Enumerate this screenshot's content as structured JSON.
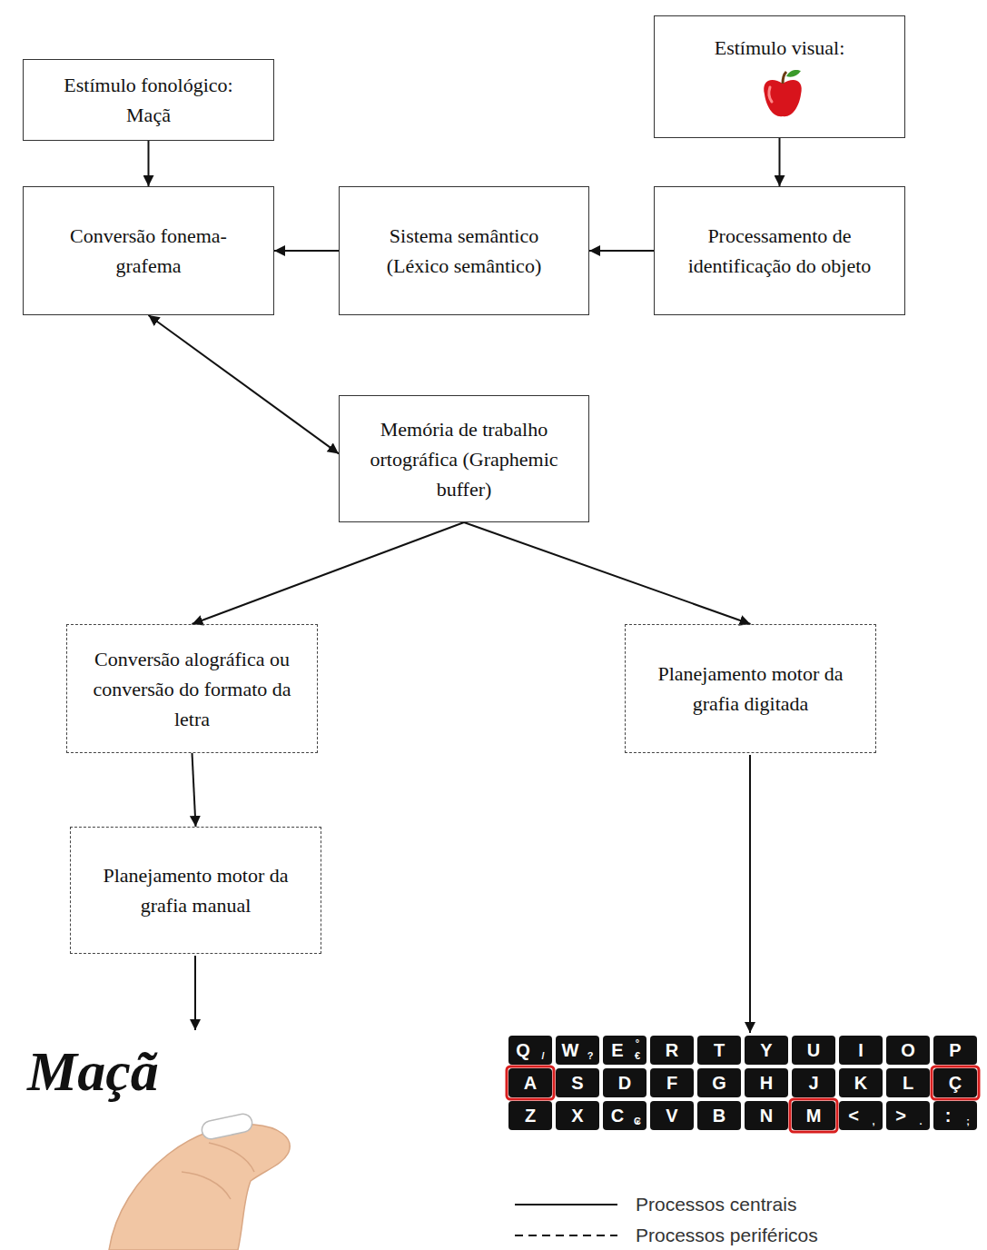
{
  "diagram": {
    "nodes": [
      {
        "text": [
          "Estímulo fonológico: Maçã"
        ]
      },
      {
        "text": [
          "Estímulo visual:"
        ]
      },
      {
        "text": [
          "Conversão fonema-grafema"
        ]
      },
      {
        "text": [
          "Sistema semântico (Léxico semântico)"
        ]
      },
      {
        "text": [
          "Processamento de identificação do objeto"
        ]
      },
      {
        "text": [
          "Memória de trabalho ortográfica (Graphemic buffer)"
        ]
      },
      {
        "text": [
          "Conversão alográfica ou conversão do formato da letra"
        ]
      },
      {
        "text": [
          "Planejamento motor da grafia digitada"
        ]
      },
      {
        "text": [
          "Planejamento motor da grafia manual"
        ]
      }
    ],
    "edges": [
      {
        "from": 0,
        "to": 2,
        "arrow": "to"
      },
      {
        "from": 1,
        "to": 4,
        "arrow": "to"
      },
      {
        "from": 4,
        "to": 3,
        "arrow": "to"
      },
      {
        "from": 3,
        "to": 2,
        "arrow": "to"
      },
      {
        "from": 2,
        "to": 5,
        "arrow": "both"
      },
      {
        "from": 5,
        "to": 6,
        "arrow": "to"
      },
      {
        "from": 5,
        "to": 7,
        "arrow": "to"
      },
      {
        "from": 6,
        "to": 8,
        "arrow": "to"
      }
    ],
    "labels": [
      "Maçã",
      "Q",
      "/",
      "W",
      "?",
      "E",
      "°",
      "€",
      "R",
      "T",
      "Y",
      "U",
      "I",
      "O",
      "P",
      "A",
      "S",
      "D",
      "F",
      "G",
      "H",
      "J",
      "K",
      "L",
      "Ç",
      "Z",
      "X",
      "C",
      "₢",
      "V",
      "B",
      "N",
      "M",
      "<",
      ",",
      ">",
      ".",
      ":",
      ";"
    ],
    "legend": [
      {
        "text": "Processos centrais"
      },
      {
        "text": "Processos periféricos"
      }
    ]
  }
}
